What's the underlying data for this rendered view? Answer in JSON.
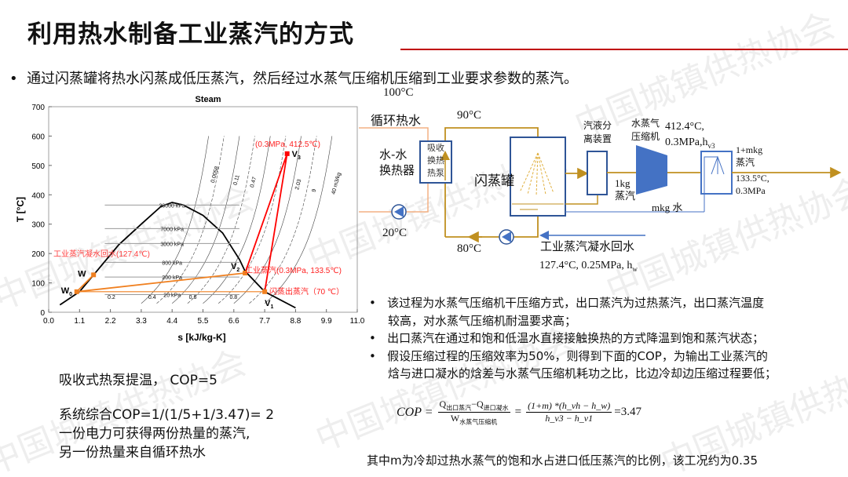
{
  "title": "利用热水制备工业蒸汽的方式",
  "main_bullet": "通过闪蒸罐将热水闪蒸成低压蒸汽，然后经过水蒸气压缩机压缩到工业要求参数的蒸汽。",
  "watermark": "中国城镇供热协会",
  "colors": {
    "accent": "#c00000",
    "orange": "#f08020",
    "gold": "#c09020",
    "blue": "#4472c4",
    "red": "#ff0000"
  },
  "chart_data": {
    "type": "line",
    "title": "Steam",
    "xlabel": "s [kJ/kg-K]",
    "ylabel": "T [°C]",
    "xlim": [
      0,
      11
    ],
    "ylim": [
      0,
      700
    ],
    "xticks": [
      "0.0",
      "1.1",
      "2.2",
      "3.3",
      "4.4",
      "5.5",
      "6.6",
      "7.7",
      "8.8",
      "9.9",
      "11.0"
    ],
    "yticks": [
      "0",
      "100",
      "200",
      "300",
      "400",
      "500",
      "600",
      "700"
    ],
    "saturation_dome": [
      [
        0.4,
        25
      ],
      [
        1.1,
        70
      ],
      [
        1.6,
        127
      ],
      [
        2.5,
        230
      ],
      [
        3.3,
        300
      ],
      [
        4.0,
        360
      ],
      [
        4.4,
        374
      ],
      [
        4.8,
        365
      ],
      [
        5.5,
        330
      ],
      [
        6.2,
        270
      ],
      [
        6.8,
        180
      ],
      [
        7.0,
        140
      ],
      [
        7.7,
        70
      ],
      [
        8.8,
        15
      ]
    ],
    "isobars": [
      {
        "label": "20000 kPa",
        "T": 365
      },
      {
        "label": "7000 kPa",
        "T": 285
      },
      {
        "label": "3000 kPa",
        "T": 234
      },
      {
        "label": "800 kPa",
        "T": 170
      },
      {
        "label": "200 kPa",
        "T": 120
      },
      {
        "label": "20 kPa",
        "T": 60
      }
    ],
    "quality_labels": [
      "0.2",
      "0.4",
      "0.6",
      "0.8"
    ],
    "volume_labels": [
      "0.0058",
      "0.11",
      "0.47",
      "2.03",
      "9",
      "40 m3/kg"
    ],
    "points": [
      {
        "name": "W0",
        "s": 1.0,
        "T": 70
      },
      {
        "name": "W",
        "s": 1.6,
        "T": 127.4
      },
      {
        "name": "V2",
        "s": 7.0,
        "T": 133.5
      },
      {
        "name": "V1",
        "s": 7.7,
        "T": 70
      },
      {
        "name": "V3",
        "s": 8.5,
        "T": 540
      }
    ],
    "orange_path": [
      [
        1.6,
        127.4
      ],
      [
        1.0,
        70
      ],
      [
        7.0,
        133.5
      ]
    ],
    "orange_line_70": [
      [
        1.0,
        70
      ],
      [
        7.7,
        70
      ]
    ],
    "red_path": [
      [
        7.0,
        133.5
      ],
      [
        8.5,
        540
      ],
      [
        7.7,
        70
      ]
    ],
    "annotations": {
      "v3": "(0.3MPa, 412.5℃)",
      "w": "工业蒸汽凝水回水(127.4℃)",
      "v2": "工业蒸汽(0.3MPa, 133.5℃)",
      "v1": "闪蒸出蒸汽（70 ℃）"
    }
  },
  "process": {
    "t100": "100°C",
    "hot_water": "循环热水",
    "t90": "90°C",
    "t80": "80°C",
    "t20": "20°C",
    "hx_label": [
      "水-水",
      "换热器"
    ],
    "heat_pump": [
      "吸收",
      "换热",
      "热泵"
    ],
    "flash_tank": "闪蒸罐",
    "separator": [
      "汽液分",
      "离装置"
    ],
    "compressor": [
      "水蒸气",
      "压缩机"
    ],
    "outlet": [
      "412.4°C,",
      "0.3MPa,h",
      "v3"
    ],
    "steam_1kg": [
      "1kg",
      "蒸汽"
    ],
    "water_mkg": "mkg 水",
    "product": [
      "1+mkg",
      "蒸汽",
      "133.5°C,",
      "0.3MPa"
    ],
    "condensate": "工业蒸汽凝水回水",
    "condensate_params": [
      "127.4°C,  0.25MPa, h",
      "w"
    ]
  },
  "bullets": [
    "该过程为水蒸气压缩机干压缩方式，出口蒸汽为过热蒸汽，出口蒸汽温度",
    "较高，对水蒸气压缩机耐温要求高；",
    "出口蒸汽在通过和饱和低温水直接接触换热的方式降温到饱和蒸汽状态；",
    "假设压缩过程的压缩效率为50%，则得到下面的COP，为输出工业蒸汽的",
    "焓与进口凝水的焓差与水蒸气压缩机耗功之比，比边冷却边压缩过程要低；"
  ],
  "formula": {
    "lhs": "COP =",
    "num1_a": "Q",
    "num1_sub": "出口蒸汽",
    "num1_b": "−Q",
    "num1_sub2": "进口凝水",
    "den1": "W",
    "den1_sub": "水蒸气压缩机",
    "eq": "=",
    "num2": "(1+m) *(h_vh − h_w)",
    "den2": "h_v3 − h_v1",
    "result": "=3.47"
  },
  "footnote": "其中m为冷却过热水蒸气的饱和水占进口低压蒸汽的比例，该工况约为0.35",
  "left_notes": {
    "heat_pump": "吸收式热泵提温，  COP=5",
    "system": [
      "系统综合COP=1/(1/5+1/3.47)= 2",
      "一份电力可获得两份热量的蒸汽,",
      "另一份热量来自循环热水"
    ]
  }
}
